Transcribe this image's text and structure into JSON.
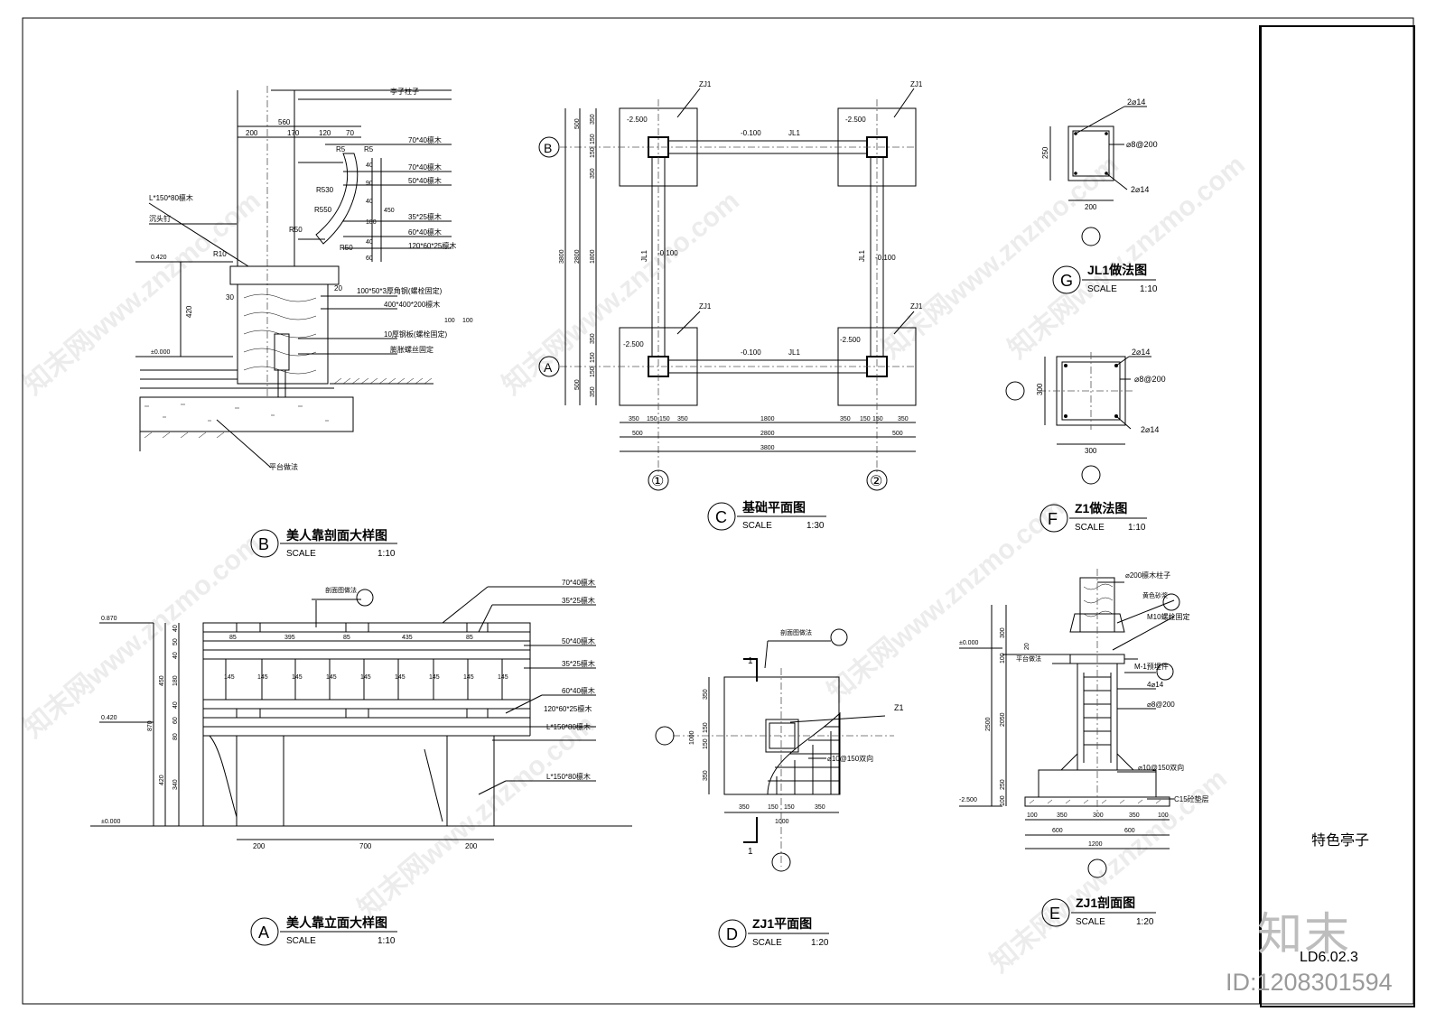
{
  "title_block": {
    "project_name": "特色亭子",
    "drawing_number": "LD6.02.3"
  },
  "watermark": {
    "text": "知末网www.znzmo.com",
    "logo": "知末",
    "image_id": "ID:1208301594"
  },
  "views": {
    "A": {
      "mark": "A",
      "title": "美人靠立面大样图",
      "scale_label": "SCALE",
      "scale": "1:10"
    },
    "B": {
      "mark": "B",
      "title": "美人靠剖面大样图",
      "scale_label": "SCALE",
      "scale": "1:10"
    },
    "C": {
      "mark": "C",
      "title": "基础平面图",
      "scale_label": "SCALE",
      "scale": "1:30"
    },
    "D": {
      "mark": "D",
      "title": "ZJ1平面图",
      "scale_label": "SCALE",
      "scale": "1:20"
    },
    "E": {
      "mark": "E",
      "title": "ZJ1剖面图",
      "scale_label": "SCALE",
      "scale": "1:20"
    },
    "F": {
      "mark": "F",
      "title": "Z1做法图",
      "scale_label": "SCALE",
      "scale": "1:10"
    },
    "G": {
      "mark": "G",
      "title": "JL1做法图",
      "scale_label": "SCALE",
      "scale": "1:10"
    }
  },
  "section_B": {
    "labels": [
      "亭子柱子",
      "70*40檩木",
      "70*40檩木",
      "50*40檩木",
      "35*25檩木",
      "60*40檩木",
      "120*60*25檩木",
      "L*150*80檩木",
      "沉头钉",
      "100*50*3厚角钢(螺栓固定)",
      "400*400*200檩木",
      "10厚钢板(螺栓固定)",
      "膨胀螺丝固定",
      "平台做法"
    ],
    "dims": [
      "560",
      "200",
      "170",
      "120",
      "70",
      "R5",
      "R5",
      "R530",
      "R550",
      "R50",
      "R50",
      "R10",
      "40",
      "90",
      "40",
      "180",
      "40",
      "60",
      "450",
      "30",
      "20",
      "100",
      "100",
      "420"
    ],
    "levels": [
      "0.420",
      "±0.000"
    ]
  },
  "elevation_A": {
    "labels": [
      "剖面图做法",
      "70*40檩木",
      "35*25檩木",
      "50*40檩木",
      "35*25檩木",
      "60*40檩木",
      "120*60*25檩木",
      "L*150*80檩木",
      "L*150*80檩木"
    ],
    "top_dims": [
      "85",
      "395",
      "85",
      "435",
      "85"
    ],
    "bay_dims": [
      "145",
      "145",
      "145",
      "145",
      "145",
      "145",
      "145",
      "145",
      "145"
    ],
    "height_dims": [
      "40",
      "50",
      "40",
      "180",
      "40",
      "60",
      "80",
      "420",
      "340",
      "450",
      "870"
    ],
    "bottom_dims": [
      "200",
      "700",
      "200"
    ],
    "levels": [
      "0.870",
      "0.420",
      "±0.000"
    ]
  },
  "plan_C": {
    "labels": [
      "ZJ1",
      "ZJ1",
      "ZJ1",
      "ZJ1",
      "JL1",
      "JL1",
      "JL1",
      "JL1"
    ],
    "levels": [
      "-2.500",
      "-2.500",
      "-2.500",
      "-2.500",
      "-0.100",
      "-0.100",
      "-0.100",
      "-0.100"
    ],
    "grid": [
      "B",
      "A",
      "①",
      "②"
    ],
    "left_dims": [
      "500",
      "350",
      "150",
      "150",
      "350",
      "1800",
      "350",
      "150",
      "150",
      "350",
      "500",
      "2800",
      "3800"
    ],
    "bottom_dims": [
      "350",
      "150",
      "150",
      "350",
      "1800",
      "350",
      "150",
      "150",
      "350",
      "2800",
      "500",
      "500",
      "3800"
    ]
  },
  "detail_G": {
    "labels": [
      "2⌀14",
      "⌀8@200",
      "2⌀14"
    ],
    "dims": [
      "250",
      "200"
    ]
  },
  "detail_F": {
    "labels": [
      "2⌀14",
      "⌀8@200",
      "2⌀14"
    ],
    "dims": [
      "300",
      "300"
    ]
  },
  "plan_D": {
    "labels": [
      "剖面图做法",
      "Z1",
      "⌀10@150双向",
      "1",
      "1"
    ],
    "dims": [
      "350",
      "150",
      "150",
      "350",
      "1000",
      "350",
      "150",
      "150",
      "350",
      "1000"
    ]
  },
  "section_E": {
    "labels": [
      "⌀200檩木柱子",
      "黄色砂浆",
      "M10螺栓固定",
      "M-1预埋件",
      "4⌀14",
      "⌀8@200",
      "平台做法",
      "⌀10@150双向",
      "C15砼垫层"
    ],
    "dims": [
      "300",
      "100",
      "20",
      "2050",
      "2500",
      "250",
      "100",
      "100",
      "350",
      "300",
      "350",
      "100",
      "600",
      "600",
      "1200"
    ],
    "levels": [
      "±0.000",
      "-2.500"
    ]
  },
  "colors": {
    "line": "#000000",
    "dash": "#555555",
    "watermark": "#969696",
    "logo": "#bdbdbd"
  }
}
